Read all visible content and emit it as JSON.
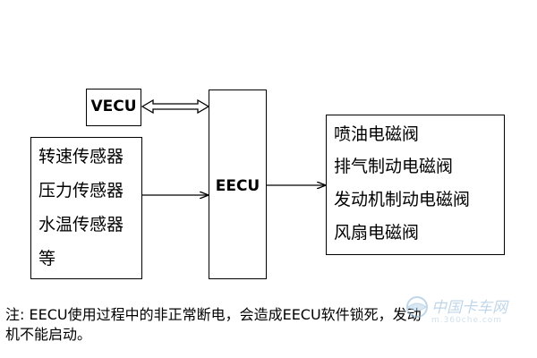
{
  "vecu": {
    "label": "VECU"
  },
  "eecu": {
    "label": "EECU"
  },
  "sensors": [
    "转速传感器",
    "压力传感器",
    "水温传感器",
    "等"
  ],
  "outputs": [
    "喷油电磁阀",
    "排气制动电磁阀",
    "发动机制动电磁阀",
    "风扇电磁阀"
  ],
  "note": {
    "line1": "注: EECU使用过程中的非正常断电，会造成EECU软件锁死，发动",
    "line2": "机不能启动。"
  },
  "watermark": {
    "text": "中国卡车网",
    "sub": "m.360che.com"
  },
  "colors": {
    "line": "#000000",
    "watermark": "#8bb6d8"
  }
}
